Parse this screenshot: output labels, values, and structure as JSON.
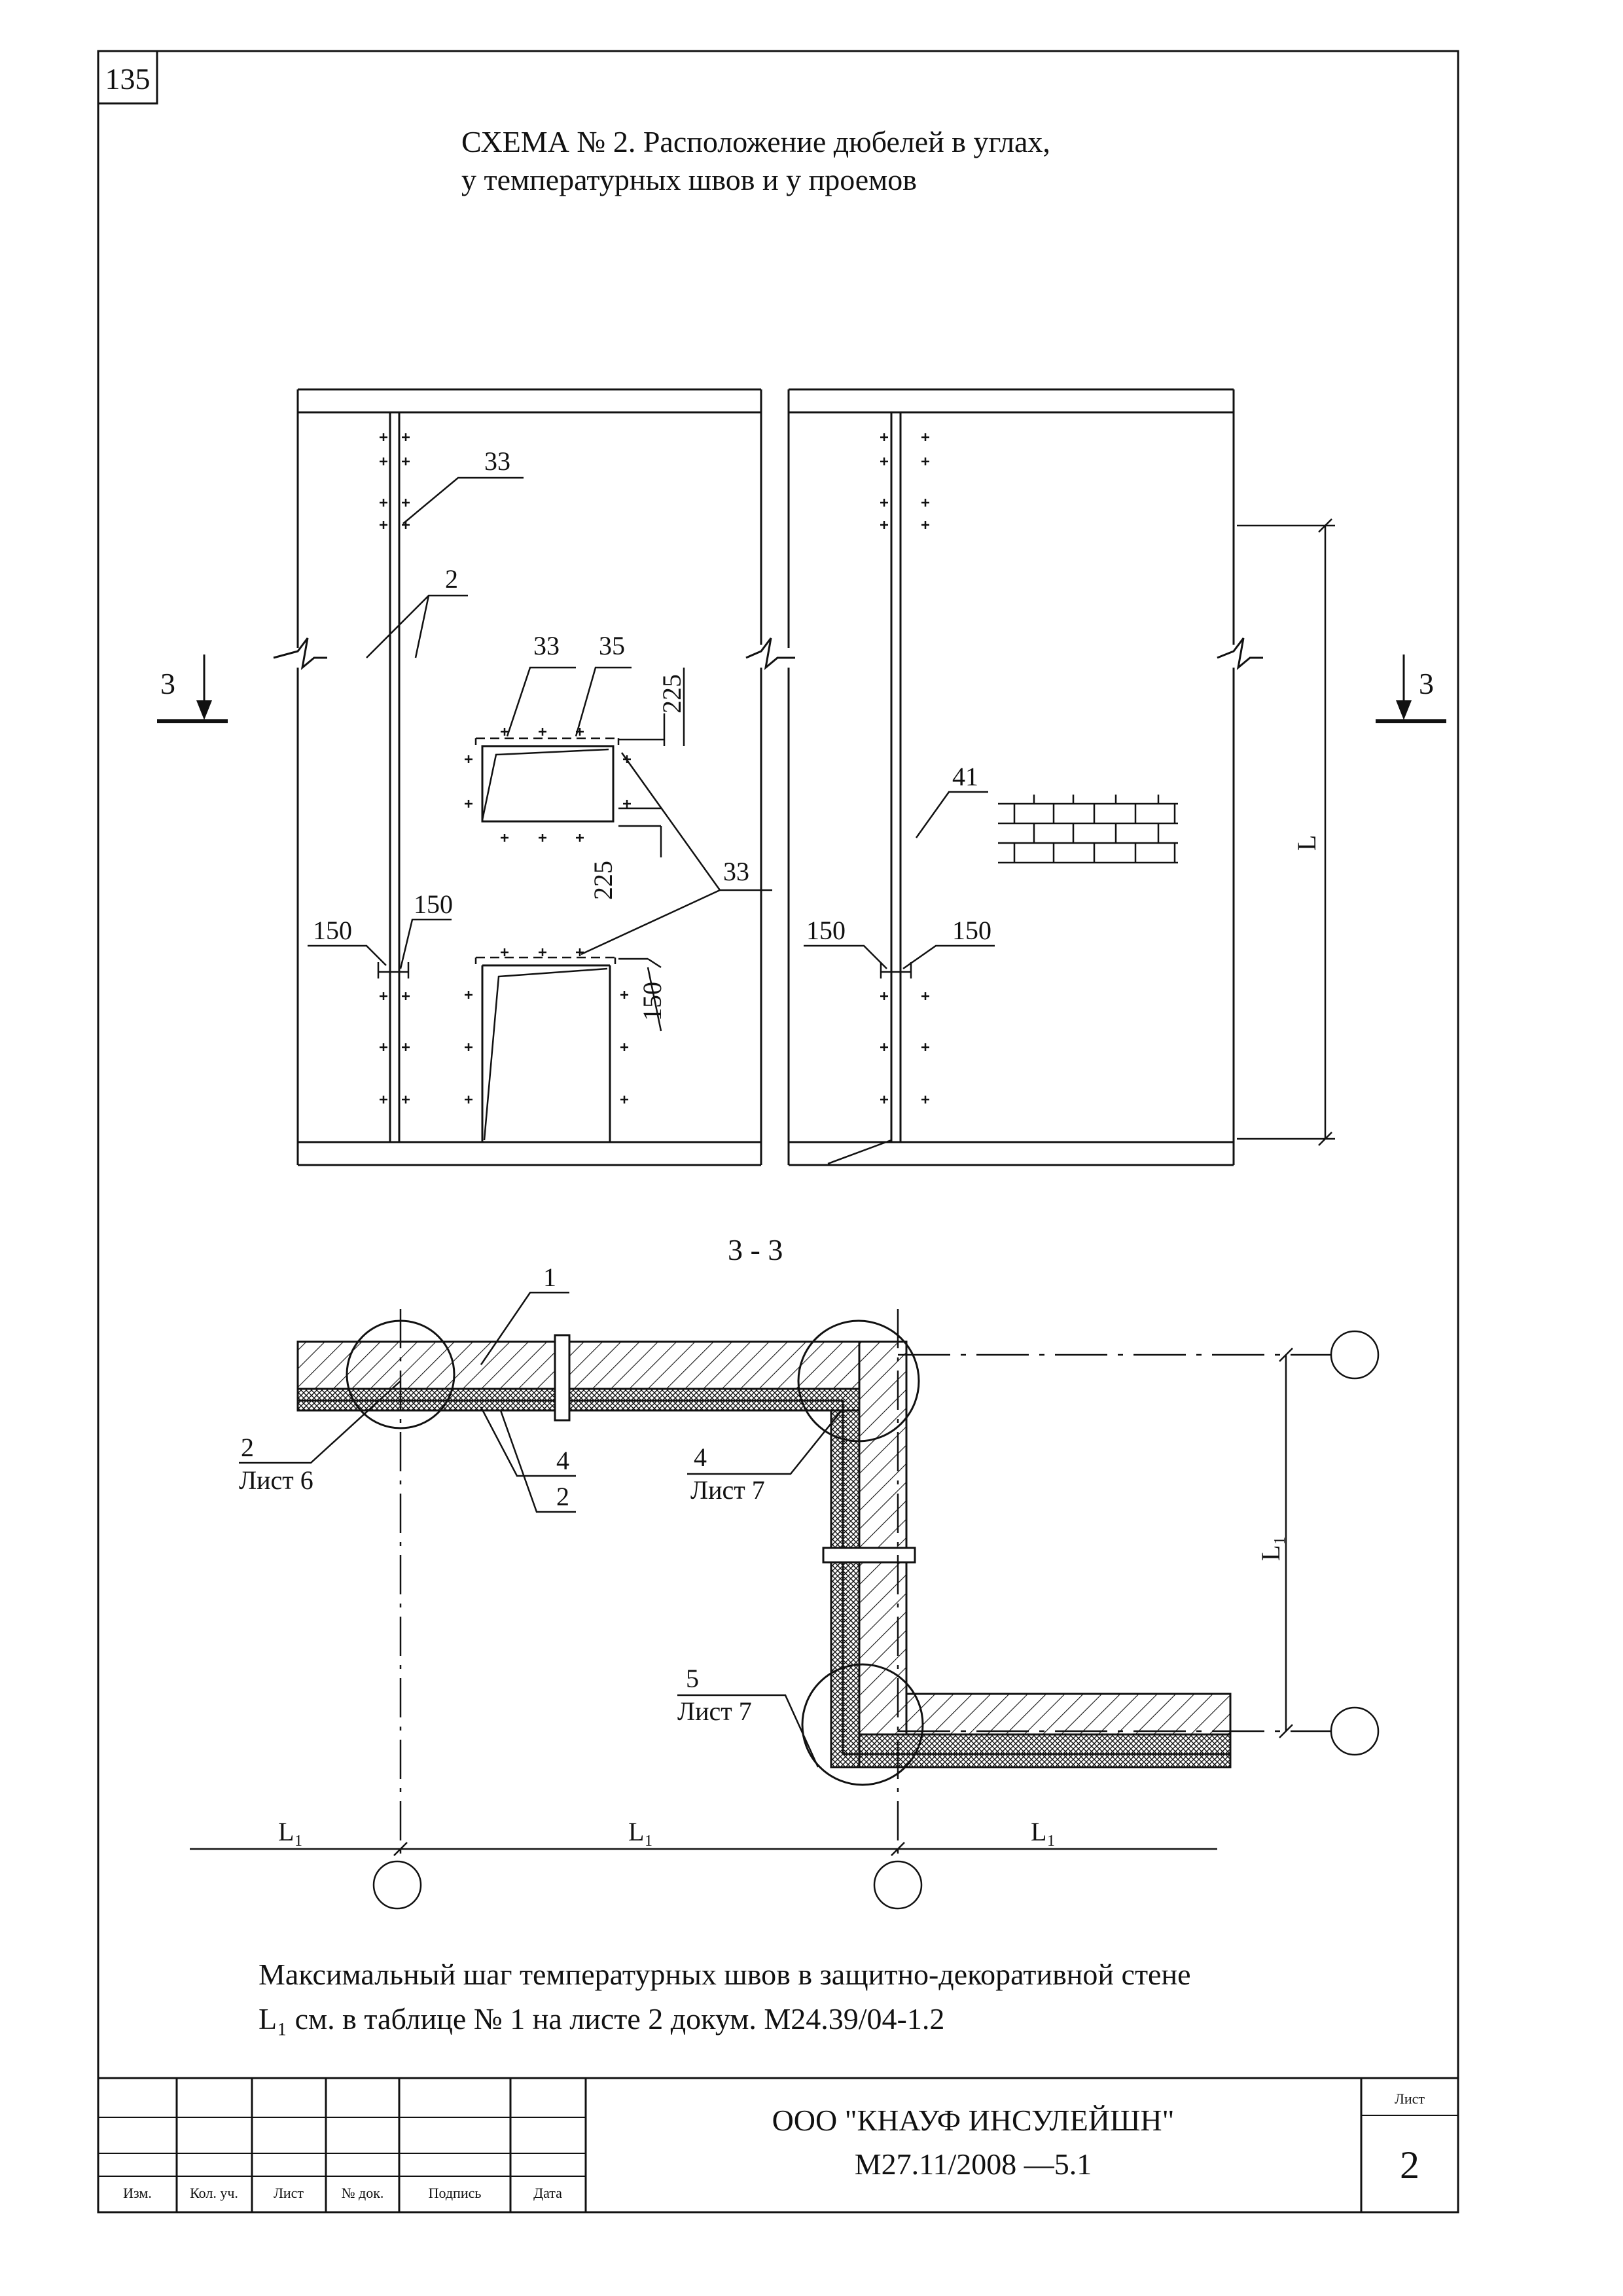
{
  "page_number": "135",
  "title": {
    "line1": "СХЕМА № 2. Расположение дюбелей в углах,",
    "line2": "у температурных швов и у проемов"
  },
  "elevation": {
    "section_marker_left": "3",
    "section_marker_right": "3",
    "labels": {
      "callout_33_top": "33",
      "callout_2": "2",
      "callout_33_window": "33",
      "callout_35": "35",
      "callout_33_openings": "33",
      "callout_41": "41",
      "dim_225_top": "225",
      "dim_225_bottom": "225",
      "dim_150_door": "150",
      "dim_150_left_a": "150",
      "dim_150_left_b": "150",
      "dim_150_right_a": "150",
      "dim_150_right_b": "150",
      "dim_L": "L"
    }
  },
  "section": {
    "title": "3 - 3",
    "labels": {
      "callout_1": "1",
      "ref_2_num": "2",
      "ref_2_sheet": "Лист 6",
      "callout_4": "4",
      "callout_2_bottom": "2",
      "ref_4_num": "4",
      "ref_4_sheet": "Лист 7",
      "ref_5_num": "5",
      "ref_5_sheet": "Лист 7",
      "dim_L1_vertical": "L₁",
      "dim_L1_a": "L₁",
      "dim_L1_b": "L₁",
      "dim_L1_c": "L₁"
    }
  },
  "note": {
    "line1": "Максимальный шаг температурных швов в защитно-декоративной стене",
    "line2": "L₁ см. в таблице № 1 на листе 2 докум. М24.39/04-1.2"
  },
  "title_block": {
    "col_izm": "Изм.",
    "col_kol": "Кол. уч.",
    "col_list": "Лист",
    "col_doc": "№ док.",
    "col_sign": "Подпись",
    "col_date": "Дата",
    "company": "ООО \"КНАУФ ИНСУЛЕЙШН\"",
    "doc_code": "М27.11/2008 —5.1",
    "sheet_label": "Лист",
    "sheet_number": "2"
  }
}
